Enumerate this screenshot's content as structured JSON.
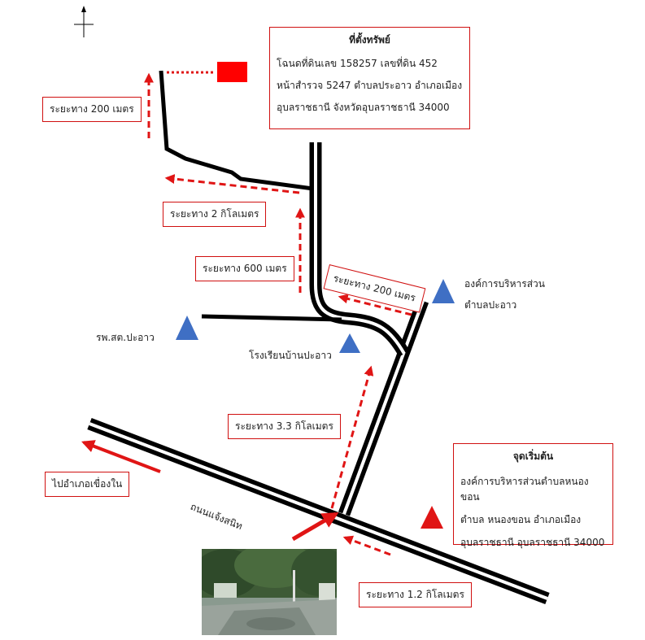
{
  "property_box": {
    "title": "ที่ตั้งทรัพย์",
    "line1": "โฉนดที่ดินเลข 158257 เลขที่ดิน 452",
    "line2": "หน้าสำรวจ 5247 ตำบลประอาว อำเภอเมือง",
    "line3": "อุบลราชธานี  จังหวัดอุบลราชธานี 34000"
  },
  "start_box": {
    "title": "จุดเริ่มต้น",
    "line1": "องค์การบริหารส่วนตำบลหนองขอน",
    "line2": "ตำบล หนองขอน อำเภอเมือง",
    "line3": "อุบลราชธานี อุบลราชธานี 34000"
  },
  "distances": {
    "d200_top": "ระยะทาง 200 เมตร",
    "d2km": "ระยะทาง 2 กิโลเมตร",
    "d600": "ระยะทาง 600 เมตร",
    "d200_mid": "ระยะทาง 200 เมตร",
    "d33km": "ระยะทาง 3.3 กิโลเมตร",
    "d12km": "ระยะทาง 1.2 กิโลเมตร"
  },
  "places": {
    "sao": "องค์การบริหารส่วน",
    "sao2": "ตำบลปะอาว",
    "hospital": "รพ.สต.ปะอาว",
    "school": "โรงเรียนบ้านปะอาว",
    "road": "ถนนแจ้งสนิท",
    "direction": "ไปอำเภอเขื่องใน"
  },
  "colors": {
    "route": "#e01515",
    "road": "#000000",
    "landmark": "#3f6fc4",
    "start_marker": "#e01515",
    "box_border": "#d01010"
  }
}
